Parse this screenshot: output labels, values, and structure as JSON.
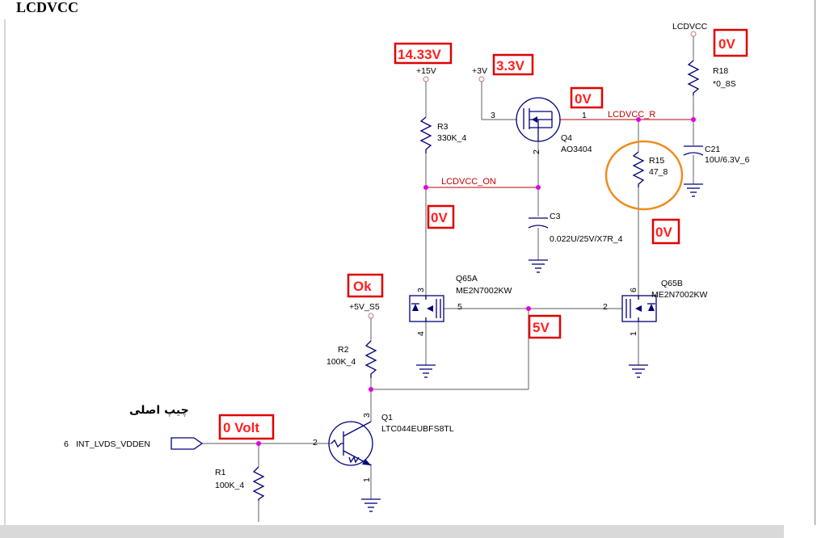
{
  "title": "LCDVCC",
  "nets": {
    "p15v": "+15V",
    "p3v": "+3V",
    "lcdvcc_top": "LCDVCC",
    "p5v_s5": "+5V_S5",
    "lcdvcc_r": "LCDVCC_R",
    "lcdvcc_on": "LCDVCC_ON",
    "int_lvds_pin": "6",
    "int_lvds": "INT_LVDS_VDDEN"
  },
  "components": {
    "r3": {
      "ref": "R3",
      "value": "330K_4"
    },
    "r18": {
      "ref": "R18",
      "value": "*0_8S"
    },
    "r15": {
      "ref": "R15",
      "value": "47_8"
    },
    "r2": {
      "ref": "R2",
      "value": "100K_4"
    },
    "r1": {
      "ref": "R1",
      "value": "100K_4"
    },
    "c21": {
      "ref": "C21",
      "value": "10U/6.3V_6"
    },
    "c3": {
      "ref": "C3",
      "value": "0.022U/25V/X7R_4"
    },
    "q4": {
      "ref": "Q4",
      "value": "AO3404"
    },
    "q65a": {
      "ref": "Q65A",
      "value": "ME2N7002KW"
    },
    "q65b": {
      "ref": "Q65B",
      "value": "ME2N7002KW"
    },
    "q1": {
      "ref": "Q1",
      "value": "LTC044EUBFS8TL"
    }
  },
  "pins": {
    "q4_pin3": "3",
    "q4_pin1": "1",
    "q4_pin2": "2",
    "q65a_pin3": "3",
    "q65a_pin5": "5",
    "q65a_pin4": "4",
    "q65b_pin6": "6",
    "q65b_pin2": "2",
    "q65b_pin1": "1",
    "q1_pin3": "3",
    "q1_pin2": "2",
    "q1_pin1": "1"
  },
  "annotations": {
    "v15": "14.33V",
    "v3": "3.3V",
    "v_lcdvcc": "0V",
    "v_lcdvcc_r": "0V",
    "v_on": "0V",
    "v_r15": "0V",
    "ok": "Ok",
    "v_gate": "5V",
    "v_in": "0 Volt",
    "main_chip": "چیپ اصلی"
  },
  "colors": {
    "annotation_box": "#e00000",
    "annotation_text": "#ff2020",
    "net_label": "#c00000",
    "component": "#00007a",
    "junction": "#e000e0",
    "highlight_circle": "#f08c1e"
  }
}
